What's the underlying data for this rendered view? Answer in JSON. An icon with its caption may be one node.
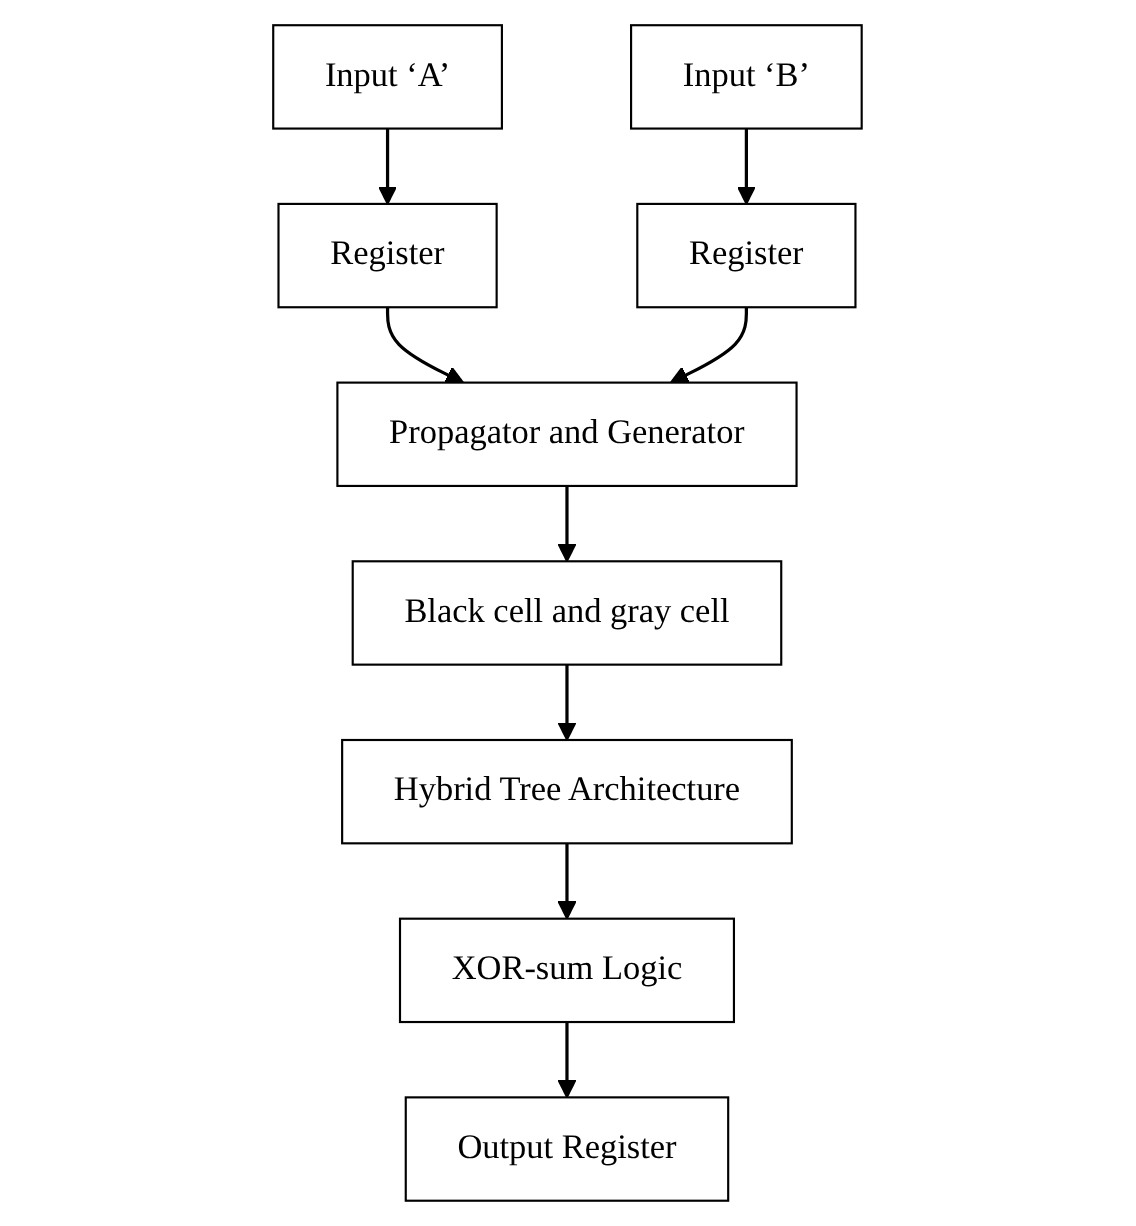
{
  "diagram": {
    "nodes": [
      {
        "text": [
          "Input ‘A’"
        ]
      },
      {
        "text": [
          "Input ‘B’"
        ]
      },
      {
        "text": [
          "Register"
        ]
      },
      {
        "text": [
          "Register"
        ]
      },
      {
        "text": [
          "Propagator and Generator"
        ]
      },
      {
        "text": [
          "Black cell and gray cell"
        ]
      },
      {
        "text": [
          "Hybrid Tree Architecture"
        ]
      },
      {
        "text": [
          "XOR-sum Logic"
        ]
      },
      {
        "text": [
          "Output Register"
        ]
      }
    ],
    "edges": [
      {
        "from": 0,
        "to": 2,
        "arrow": "to"
      },
      {
        "from": 1,
        "to": 3,
        "arrow": "to"
      },
      {
        "from": 2,
        "to": 4,
        "arrow": "to"
      },
      {
        "from": 3,
        "to": 4,
        "arrow": "to"
      },
      {
        "from": 4,
        "to": 5,
        "arrow": "to"
      },
      {
        "from": 5,
        "to": 6,
        "arrow": "to"
      },
      {
        "from": 6,
        "to": 7,
        "arrow": "to"
      },
      {
        "from": 7,
        "to": 8,
        "arrow": "to"
      }
    ]
  }
}
